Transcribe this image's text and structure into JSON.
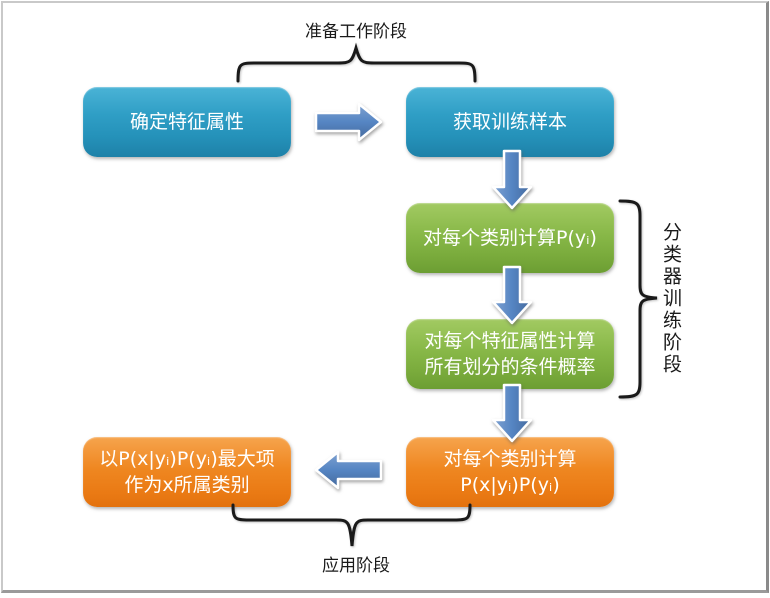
{
  "labels": {
    "top_brace": "准备工作阶段",
    "right_brace": "分类器训练阶段",
    "bottom_brace": "应用阶段"
  },
  "flow": {
    "boxes": [
      {
        "id": "determine-feature-attributes",
        "lines": [
          "确定特征属性"
        ]
      },
      {
        "id": "get-training-samples",
        "lines": [
          "获取训练样本"
        ]
      },
      {
        "id": "compute-prior-probability",
        "lines": [
          "对每个类别计算P(yᵢ)"
        ]
      },
      {
        "id": "compute-conditional-probability",
        "lines": [
          "对每个特征属性计算",
          "所有划分的条件概率"
        ]
      },
      {
        "id": "compute-posterior",
        "lines": [
          "对每个类别计算",
          "P(x|yᵢ)P(yᵢ)"
        ]
      },
      {
        "id": "select-max-class",
        "lines": [
          "以P(x|yᵢ)P(yᵢ)最大项",
          "作为x所属类别"
        ]
      }
    ]
  },
  "colors": {
    "box_blue": "#2f9ec5",
    "box_green": "#84b644",
    "box_orange": "#ee821d",
    "arrow_blue": "#5585c3",
    "brace_black": "#1a1a1a",
    "box_text": "#ffffff",
    "frame_border_light": "#c9c9c9",
    "frame_border_dark": "#8a8a8a",
    "background": "#ffffff"
  }
}
